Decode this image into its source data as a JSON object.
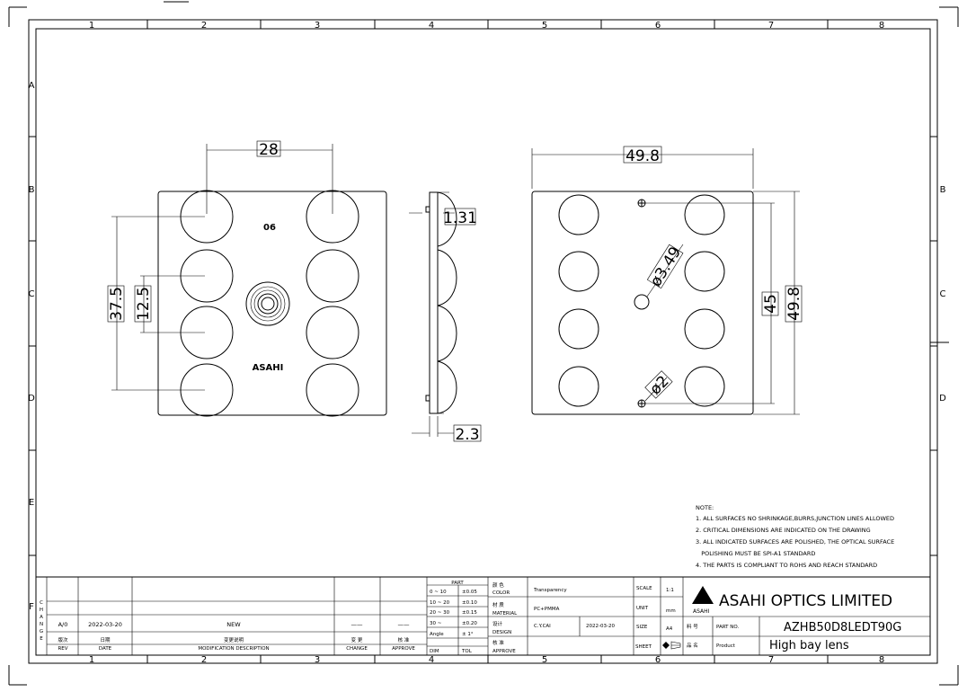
{
  "frame": {
    "col_labels": [
      "1",
      "2",
      "3",
      "4",
      "5",
      "6",
      "7",
      "8"
    ],
    "row_labels": [
      "A",
      "B",
      "C",
      "D",
      "E",
      "F"
    ]
  },
  "views": {
    "front": {
      "dim_width": "28",
      "dim_height": "37.5",
      "dim_pitch": "12.5",
      "code_text": "06",
      "brand_text": "ASAHI"
    },
    "side": {
      "dim_top": "1.31",
      "dim_thickness": "2.3"
    },
    "back": {
      "dim_width": "49.8",
      "dim_hole_pitch": "45",
      "dim_height": "49.8",
      "dim_dia_large": "ø3.49",
      "dim_dia_small": "ø2"
    }
  },
  "notes": {
    "title": "NOTE:",
    "items": [
      "1. ALL SURFACES NO SHRINKAGE,BURRS,JUNCTION LINES ALLOWED",
      "2. CRITICAL DIMENSIONS ARE INDICATED ON THE DRAWING",
      "3. ALL INDICATED SURFACES ARE POLISHED, THE OPTICAL SURFACE",
      "   POLISHING MUST BE SPI-A1 STANDARD",
      "4. THE PARTS IS COMPLIANT TO ROHS AND REACH STANDARD"
    ]
  },
  "title_block": {
    "change_vertical": [
      "C",
      "H",
      "A",
      "N",
      "G",
      "E"
    ],
    "rev_value": "A/0",
    "date_value": "2022-03-20",
    "mod_value": "NEW",
    "change_value": "——",
    "approve_value": "——",
    "hdr_rev_cn": "版次",
    "hdr_rev": "REV",
    "hdr_date_cn": "日期",
    "hdr_date": "DATE",
    "hdr_mod_cn": "变更说明",
    "hdr_mod": "MODIFICATION DESCRIPTION",
    "hdr_change_cn": "变 更",
    "hdr_change": "CHANGE",
    "hdr_approve_cn": "核 准",
    "hdr_approve": "APPROVE",
    "part_header": "PART",
    "tolerances": [
      {
        "range": "0 ~ 10",
        "tol": "±0.05"
      },
      {
        "range": "10 ~ 20",
        "tol": "±0.10"
      },
      {
        "range": "20 ~ 30",
        "tol": "±0.15"
      },
      {
        "range": "30 ~",
        "tol": "±0.20"
      },
      {
        "range": "Angle",
        "tol": "± 1°"
      }
    ],
    "dim_label": "DIM",
    "tol_label": "TOL",
    "color_cn": "颜 色",
    "color_label": "COLOR",
    "color_value": "Transparency",
    "material_cn": "材 质",
    "material_label": "MATERIAL",
    "material_value": "PC+PMMA",
    "design_cn": "设计",
    "design_label": "DESIGN",
    "design_value": "C.Y.CAI",
    "design_date": "2022-03-20",
    "approve2_cn": "核 准",
    "approve2_label": "APPROVE",
    "scale_label": "SCALE",
    "scale_value": "1:1",
    "unit_label": "UNIT",
    "unit_value": "mm",
    "size_label": "SIZE",
    "size_value": "A4",
    "sheet_label": "SHEET",
    "logo_small": "ASAHI",
    "company": "ASAHI OPTICS LIMITED",
    "part_no_cn": "料 号",
    "part_no_label": "PART NO.",
    "part_no_value": "AZHB50D8LEDT90G",
    "product_cn": "品 名",
    "product_label": "Product",
    "product_value": "High bay lens"
  }
}
